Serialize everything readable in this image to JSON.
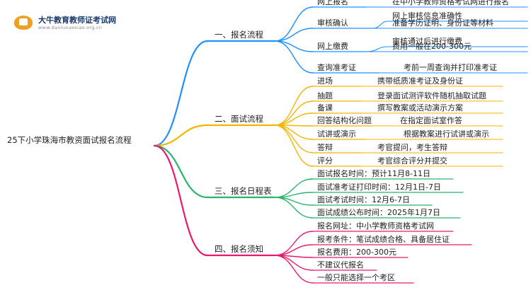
{
  "logo": {
    "title": "大牛教育教师证考试网",
    "url": "www.daniuxuexiao.org.cn"
  },
  "root": "25下小学珠海市教资面试报名流程",
  "colors": {
    "b1": "#1e90ff",
    "b2": "#f5b400",
    "b3": "#2ab36a",
    "b4": "#e8196e"
  },
  "branches": [
    {
      "label": "一、报名流程",
      "items": [
        {
          "label": "网上报名",
          "details": [
            "在中小学教师资格考试网进行报名"
          ]
        },
        {
          "label": "审核确认",
          "details": [
            "网上审核信息准确性",
            "准备学历证明、身份证等材料"
          ]
        },
        {
          "label": "网上缴费",
          "details": [
            "审核通过后进行缴费",
            "费用一般在200-300元"
          ]
        },
        {
          "label": "查询准考证",
          "details": [
            "考前一周查询并打印准考证"
          ]
        }
      ]
    },
    {
      "label": "二、面试流程",
      "items": [
        {
          "label": "进场",
          "details": [
            "携带纸质准考证及身份证"
          ]
        },
        {
          "label": "抽题",
          "details": [
            "登录面试测评软件随机抽取试题"
          ]
        },
        {
          "label": "备课",
          "details": [
            "撰写教案或活动演示方案"
          ]
        },
        {
          "label": "回答结构化问题",
          "details": [
            "在指定面试室作答"
          ]
        },
        {
          "label": "试讲或演示",
          "details": [
            "根据教案进行试讲或演示"
          ]
        },
        {
          "label": "答辩",
          "details": [
            "考官提问，考生答辩"
          ]
        },
        {
          "label": "评分",
          "details": [
            "考官综合评分并提交"
          ]
        }
      ]
    },
    {
      "label": "三、报名日程表",
      "items": [
        {
          "label": "面试报名时间：预计11月8-11日",
          "details": []
        },
        {
          "label": "面试准考证打印时间：12月1日-7日",
          "details": []
        },
        {
          "label": "面试考试时间：12月6-7日",
          "details": []
        },
        {
          "label": "面试成绩公布时间：2025年1月7日",
          "details": []
        }
      ]
    },
    {
      "label": "四、报名须知",
      "items": [
        {
          "label": "报名网址：中小学教师资格考试网",
          "details": []
        },
        {
          "label": "报考条件：笔试成绩合格、具备居住证",
          "details": []
        },
        {
          "label": "报名费用：200-300元",
          "details": []
        },
        {
          "label": "不建议代报名",
          "details": []
        },
        {
          "label": "一般只能选择一个考区",
          "details": []
        }
      ]
    }
  ]
}
